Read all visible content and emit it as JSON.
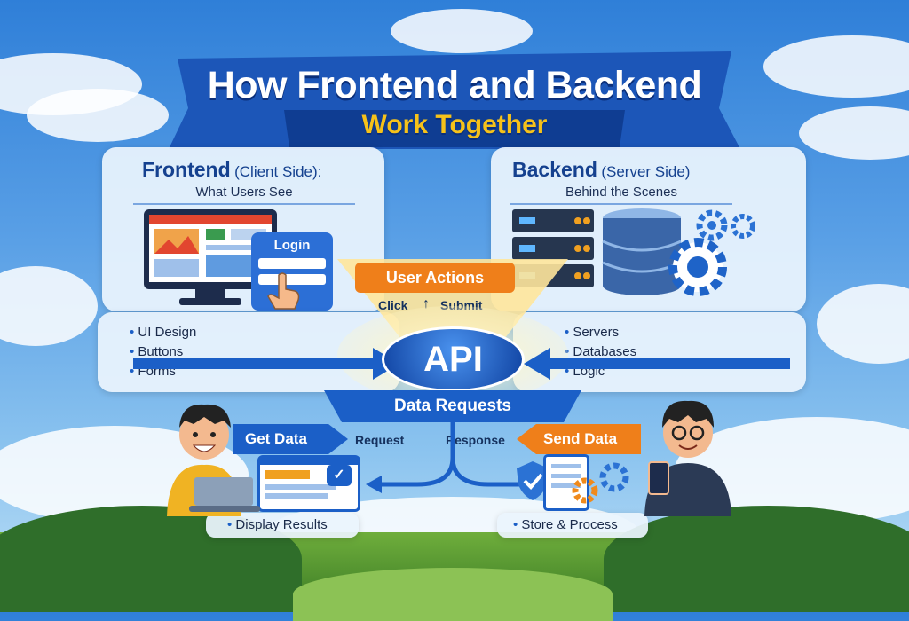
{
  "title": {
    "line1": "How Frontend and Backend",
    "line2": "Work Together"
  },
  "frontend": {
    "heading": "Frontend",
    "heading_paren": "(Client Side):",
    "subtitle": "What Users See",
    "login_label": "Login",
    "bullets": [
      "UI Design",
      "Buttons",
      "Forms"
    ]
  },
  "backend": {
    "heading": "Backend",
    "heading_paren": "(Server Side)",
    "subtitle": "Behind the Scenes",
    "bullets": [
      "Servers",
      "Databases",
      "Logic"
    ]
  },
  "user_actions": {
    "title": "User Actions",
    "click": "Click",
    "submit": "Submit"
  },
  "api": {
    "label": "API"
  },
  "data_requests": "Data Requests",
  "flow": {
    "get_data": "Get Data",
    "request": "Request",
    "response": "Response",
    "send_data": "Send Data"
  },
  "bottom": {
    "display_results": "Display Results",
    "store_process": "Store & Process"
  },
  "colors": {
    "blue": "#1b5fc7",
    "orange": "#f08a1c",
    "gold": "#f6c21a",
    "navy": "#15418f"
  },
  "icons": [
    "monitor-icon",
    "cursor-hand-icon",
    "server-rack-icon",
    "database-icon",
    "gear-icon",
    "shield-check-icon",
    "clipboard-icon",
    "laptop-icon",
    "phone-icon"
  ]
}
